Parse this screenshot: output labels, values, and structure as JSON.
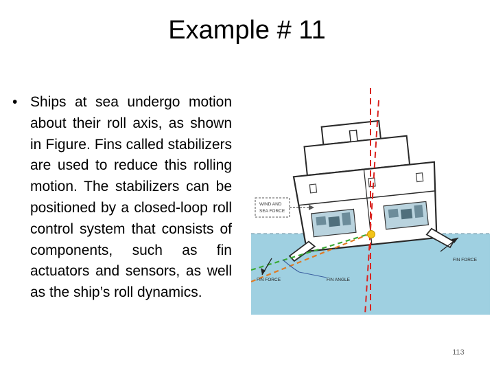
{
  "slide": {
    "title": "Example # 11",
    "bullet": "Ships at sea undergo motion about their roll axis, as shown in Figure. Fins called stabilizers are used to reduce this rolling motion. The stabilizers can be positioned by a closed-loop roll control system that consists of components, such as fin actuators and sensors, as well as the ship’s roll dynamics.",
    "page_number": "113"
  },
  "figure": {
    "wind_label_1": "WIND AND",
    "wind_label_2": "SEA FORCE",
    "fin_force_right": "FIN FORCE",
    "fin_force_left": "FIN FORCE",
    "fin_angle": "FIN ANGLE",
    "colors": {
      "sea": "#9fd0e1",
      "red_axis": "#d9231f",
      "green_line": "#3aa935",
      "orange_line": "#e07b25",
      "pivot": "#f2c318"
    }
  }
}
